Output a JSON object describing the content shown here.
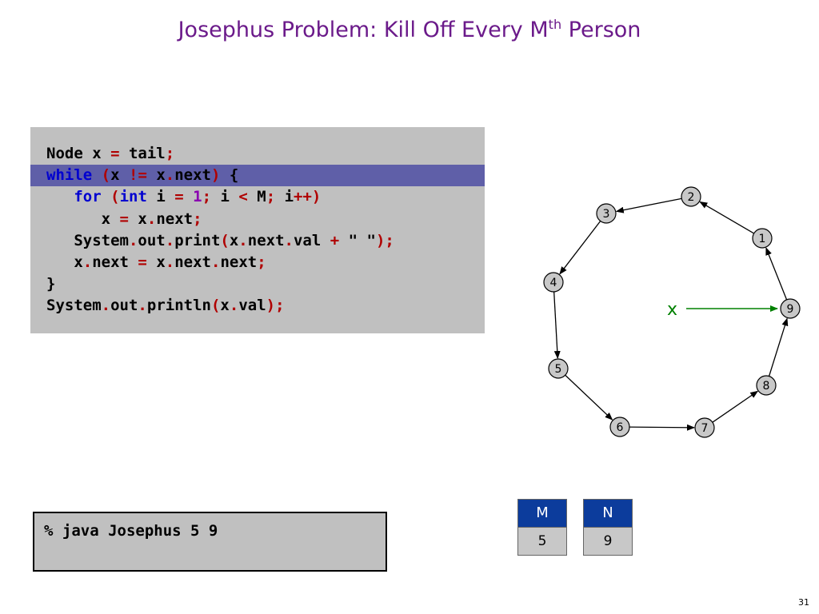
{
  "title": {
    "main": "Josephus Problem:  Kill Off Every M",
    "sup": "th",
    "tail": " Person"
  },
  "code": {
    "lines": [
      [
        {
          "t": "Node x ",
          "c": "s"
        },
        {
          "t": "=",
          "c": "p"
        },
        {
          "t": " tail",
          "c": "s"
        },
        {
          "t": ";",
          "c": "p"
        }
      ],
      [
        {
          "t": "while",
          "c": "k"
        },
        {
          "t": " ",
          "c": "s"
        },
        {
          "t": "(",
          "c": "p"
        },
        {
          "t": "x ",
          "c": "s"
        },
        {
          "t": "!=",
          "c": "p"
        },
        {
          "t": " x",
          "c": "s"
        },
        {
          "t": ".",
          "c": "p"
        },
        {
          "t": "next",
          "c": "s"
        },
        {
          "t": ")",
          "c": "p"
        },
        {
          "t": " {",
          "c": "s"
        }
      ],
      [
        {
          "t": "   ",
          "c": "s"
        },
        {
          "t": "for",
          "c": "k"
        },
        {
          "t": " ",
          "c": "s"
        },
        {
          "t": "(",
          "c": "p"
        },
        {
          "t": "int",
          "c": "k"
        },
        {
          "t": " i ",
          "c": "s"
        },
        {
          "t": "=",
          "c": "p"
        },
        {
          "t": " ",
          "c": "s"
        },
        {
          "t": "1",
          "c": "n"
        },
        {
          "t": ";",
          "c": "p"
        },
        {
          "t": " i ",
          "c": "s"
        },
        {
          "t": "<",
          "c": "p"
        },
        {
          "t": " M",
          "c": "s"
        },
        {
          "t": ";",
          "c": "p"
        },
        {
          "t": " i",
          "c": "s"
        },
        {
          "t": "++)",
          "c": "p"
        }
      ],
      [
        {
          "t": "      x ",
          "c": "s"
        },
        {
          "t": "=",
          "c": "p"
        },
        {
          "t": " x",
          "c": "s"
        },
        {
          "t": ".",
          "c": "p"
        },
        {
          "t": "next",
          "c": "s"
        },
        {
          "t": ";",
          "c": "p"
        }
      ],
      [
        {
          "t": "   System",
          "c": "s"
        },
        {
          "t": ".",
          "c": "p"
        },
        {
          "t": "out",
          "c": "s"
        },
        {
          "t": ".",
          "c": "p"
        },
        {
          "t": "print",
          "c": "s"
        },
        {
          "t": "(",
          "c": "p"
        },
        {
          "t": "x",
          "c": "s"
        },
        {
          "t": ".",
          "c": "p"
        },
        {
          "t": "next",
          "c": "s"
        },
        {
          "t": ".",
          "c": "p"
        },
        {
          "t": "val ",
          "c": "s"
        },
        {
          "t": "+",
          "c": "p"
        },
        {
          "t": " \" \"",
          "c": "s"
        },
        {
          "t": ");",
          "c": "p"
        }
      ],
      [
        {
          "t": "   x",
          "c": "s"
        },
        {
          "t": ".",
          "c": "p"
        },
        {
          "t": "next ",
          "c": "s"
        },
        {
          "t": "=",
          "c": "p"
        },
        {
          "t": " x",
          "c": "s"
        },
        {
          "t": ".",
          "c": "p"
        },
        {
          "t": "next",
          "c": "s"
        },
        {
          "t": ".",
          "c": "p"
        },
        {
          "t": "next",
          "c": "s"
        },
        {
          "t": ";",
          "c": "p"
        }
      ],
      [
        {
          "t": "}",
          "c": "s"
        }
      ],
      [
        {
          "t": "System",
          "c": "s"
        },
        {
          "t": ".",
          "c": "p"
        },
        {
          "t": "out",
          "c": "s"
        },
        {
          "t": ".",
          "c": "p"
        },
        {
          "t": "println",
          "c": "s"
        },
        {
          "t": "(",
          "c": "p"
        },
        {
          "t": "x",
          "c": "s"
        },
        {
          "t": ".",
          "c": "p"
        },
        {
          "t": "val",
          "c": "s"
        },
        {
          "t": ");",
          "c": "p"
        }
      ]
    ],
    "highlight_line": 1
  },
  "terminal": {
    "command": "% java Josephus 5 9"
  },
  "diagram": {
    "nodes": [
      "1",
      "2",
      "3",
      "4",
      "5",
      "6",
      "7",
      "8",
      "9"
    ],
    "pointer_label": "x",
    "pointer_target": "9"
  },
  "vars": {
    "m": {
      "name": "M",
      "value": "5"
    },
    "n": {
      "name": "N",
      "value": "9"
    }
  },
  "colors": {
    "title": "#6b1a8a",
    "keyword": "#0000d0",
    "punct": "#b00000",
    "number": "#8a00b0",
    "highlight": "#5f5fa8",
    "var_header": "#0c3c9c",
    "pointer": "#008000"
  },
  "slide_number": "31"
}
